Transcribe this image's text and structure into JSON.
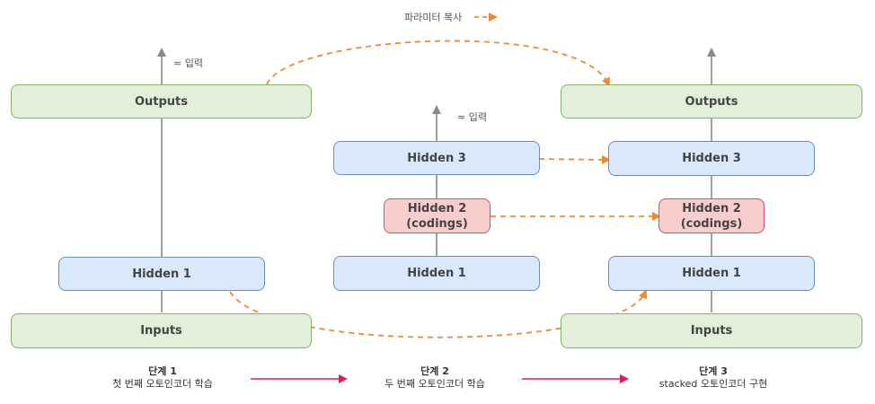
{
  "legend": {
    "copy_label": "파라미터 복사"
  },
  "approx_input": "≈ 입력",
  "stage1": {
    "outputs": "Outputs",
    "hidden1": "Hidden 1",
    "inputs": "Inputs",
    "title": "단계 1",
    "desc": "첫 번째 오토인코더 학습"
  },
  "stage2": {
    "hidden3": "Hidden 3",
    "hidden2": "Hidden 2",
    "hidden2_sub": "(codings)",
    "hidden1": "Hidden 1",
    "title": "단계 2",
    "desc": "두 번째 오토인코더 학습"
  },
  "stage3": {
    "outputs": "Outputs",
    "hidden3": "Hidden 3",
    "hidden2": "Hidden 2",
    "hidden2_sub": "(codings)",
    "hidden1": "Hidden 1",
    "inputs": "Inputs",
    "title": "단계 3",
    "desc": "stacked 오토인코더 구현"
  },
  "colors": {
    "copy_arrow": "#f08a30",
    "stage_arrow": "#e6195f",
    "flow_line": "#888888"
  }
}
